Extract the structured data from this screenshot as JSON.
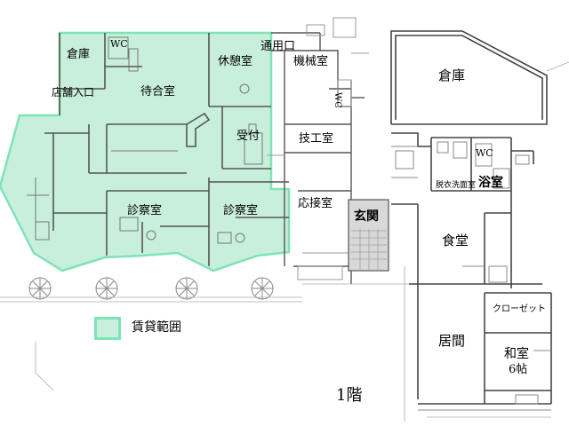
{
  "colors": {
    "rental_fill": "#c8efdc",
    "rental_border": "#7ee3b5",
    "wall": "#444444",
    "faint": "#9a9a9a",
    "entry_hatch": "#b8b8b8"
  },
  "rooms": {
    "storage_left": "倉庫",
    "wc_left": "WC",
    "service_entrance": "通用口",
    "machine_room": "機械室",
    "storage_right": "倉庫",
    "lounge": "休憩室",
    "waiting_room": "待合室",
    "store_entrance": "店舗入口",
    "reception": "受付",
    "wc_middle": "WC",
    "technician_room": "技工室",
    "wc_right": "WC",
    "washroom": "脱衣洗面室",
    "bathroom": "浴室",
    "exam_room_1": "診察室",
    "exam_room_2": "診察室",
    "drawing_room": "応接室",
    "entrance": "玄関",
    "dining": "食堂",
    "closet": "クローゼット",
    "living": "居間",
    "japanese_room": "和室",
    "japanese_room_size": "6帖"
  },
  "legend": {
    "label": "賃貸範囲"
  },
  "floor_label": "1階"
}
